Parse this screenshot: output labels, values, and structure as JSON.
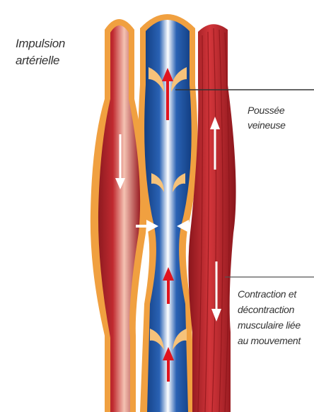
{
  "labels": {
    "arterial": [
      "Impulsion",
      "artérielle"
    ],
    "venous_push": [
      "Poussée",
      "veineuse"
    ],
    "muscle": [
      "Contraction et",
      "décontraction",
      "musculaire liée",
      "au mouvement"
    ]
  },
  "colors": {
    "artery_red": "#b8232b",
    "artery_light": "#f2b6a6",
    "vessel_wall_orange": "#f0a040",
    "vein_blue": "#1a4f9c",
    "vein_light": "#ffffff",
    "muscle_red": "#c0262d",
    "arrow_red": "#e0141e",
    "arrow_white": "#ffffff",
    "leader_line": "#333333"
  }
}
